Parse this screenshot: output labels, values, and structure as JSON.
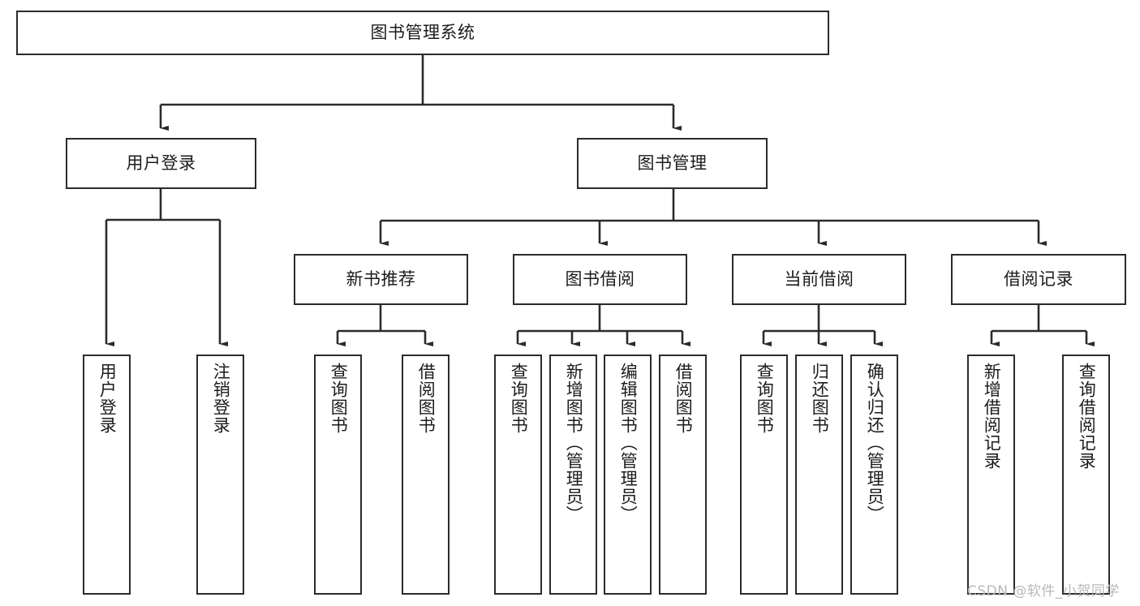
{
  "diagram": {
    "type": "tree",
    "title": "图书管理系统",
    "orientation": "top-down",
    "colors": {
      "node_border": "#2b2b2b",
      "node_fill": "#ffffff",
      "edge": "#2b2b2b",
      "text": "#1c1c1c",
      "watermark": "#b8b8b8",
      "background": "#ffffff"
    }
  },
  "watermark": {
    "text": "CSDN @软件_小贺同学"
  },
  "nodes": {
    "root": {
      "label": "图书管理系统"
    },
    "level2": [
      {
        "label": "用户登录"
      },
      {
        "label": "图书管理"
      }
    ],
    "level3": [
      {
        "label": "新书推荐"
      },
      {
        "label": "图书借阅"
      },
      {
        "label": "当前借阅"
      },
      {
        "label": "借阅记录"
      }
    ],
    "leaves": {
      "user_login": [
        {
          "label": "用户登录"
        },
        {
          "label": "注销登录"
        }
      ],
      "new_book_recommend": [
        {
          "label": "查询图书"
        },
        {
          "label": "借阅图书"
        }
      ],
      "book_borrow": [
        {
          "label": "查询图书"
        },
        {
          "label": "新增图书（管理员）"
        },
        {
          "label": "编辑图书（管理员）"
        },
        {
          "label": "借阅图书"
        }
      ],
      "current_borrow": [
        {
          "label": "查询图书"
        },
        {
          "label": "归还图书"
        },
        {
          "label": "确认归还（管理员）"
        }
      ],
      "borrow_record": [
        {
          "label": "新增借阅记录"
        },
        {
          "label": "查询借阅记录"
        }
      ]
    }
  }
}
